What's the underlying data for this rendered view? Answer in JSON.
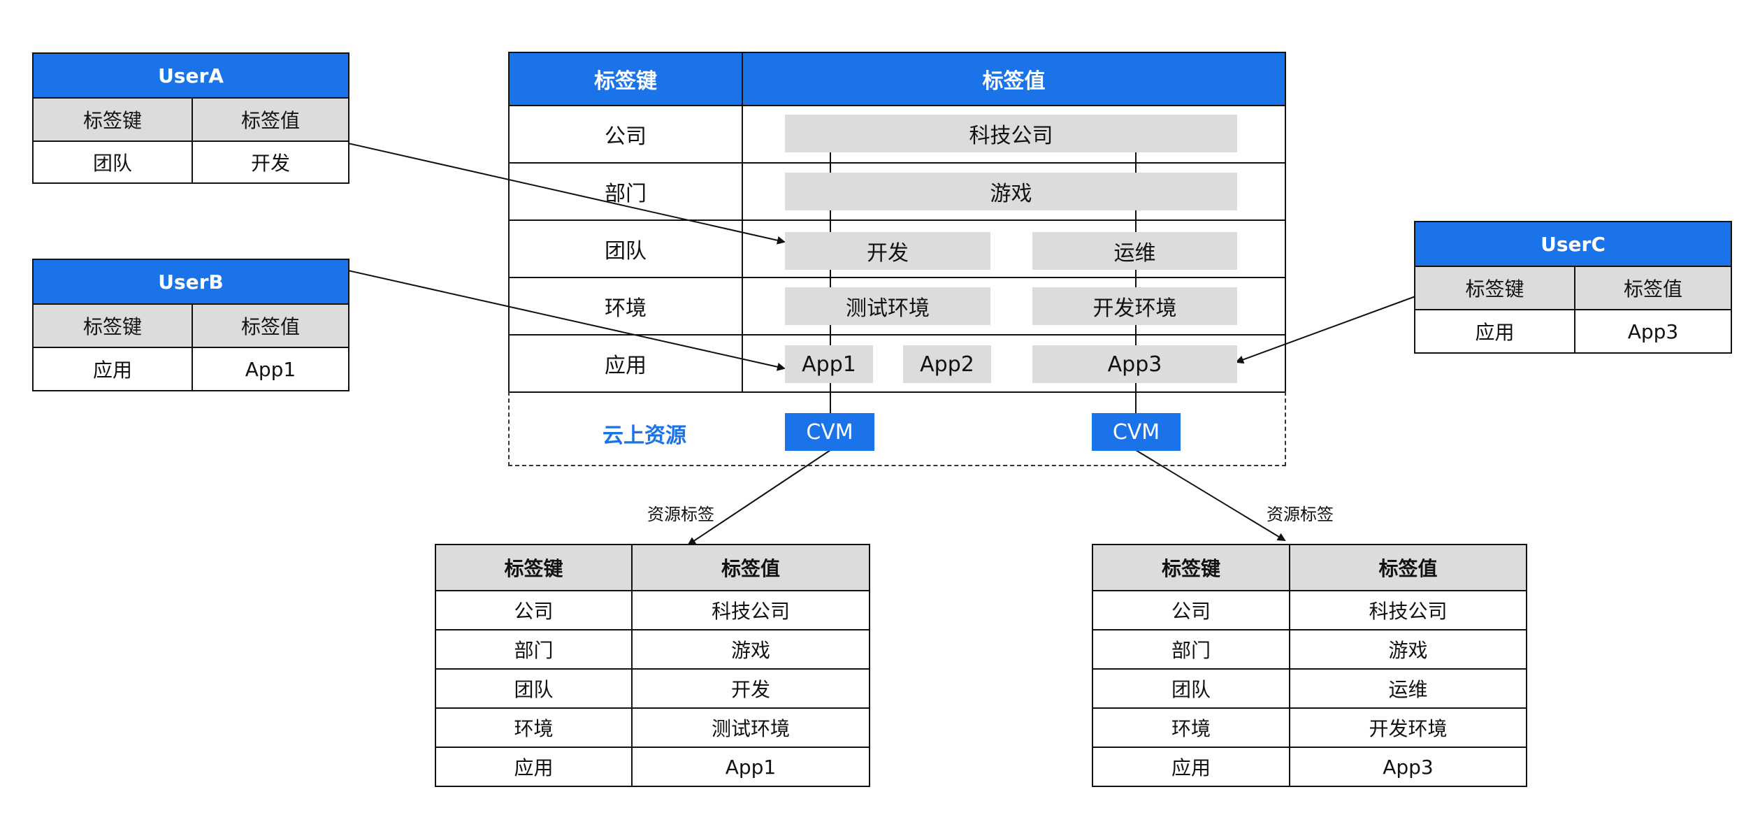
{
  "col_key": "标签键",
  "col_value": "标签值",
  "userA": {
    "title": "UserA",
    "key": "团队",
    "value": "开发"
  },
  "userB": {
    "title": "UserB",
    "key": "应用",
    "value": "App1"
  },
  "userC": {
    "title": "UserC",
    "key": "应用",
    "value": "App3"
  },
  "main": {
    "keys": [
      "公司",
      "部门",
      "团队",
      "环境",
      "应用"
    ],
    "company": "科技公司",
    "department": "游戏",
    "team_dev": "开发",
    "team_ops": "运维",
    "env_test": "测试环境",
    "env_dev": "开发环境",
    "app1": "App1",
    "app2": "App2",
    "app3": "App3",
    "cloud_label": "云上资源",
    "cvm": "CVM"
  },
  "resource_label": "资源标签",
  "tag_table_left": {
    "rows": [
      [
        "公司",
        "科技公司"
      ],
      [
        "部门",
        "游戏"
      ],
      [
        "团队",
        "开发"
      ],
      [
        "环境",
        "测试环境"
      ],
      [
        "应用",
        "App1"
      ]
    ]
  },
  "tag_table_right": {
    "rows": [
      [
        "公司",
        "科技公司"
      ],
      [
        "部门",
        "游戏"
      ],
      [
        "团队",
        "运维"
      ],
      [
        "环境",
        "开发环境"
      ],
      [
        "应用",
        "App3"
      ]
    ]
  },
  "colors": {
    "accent": "#1a73e8",
    "cell_grey": "#dcdcdc"
  }
}
